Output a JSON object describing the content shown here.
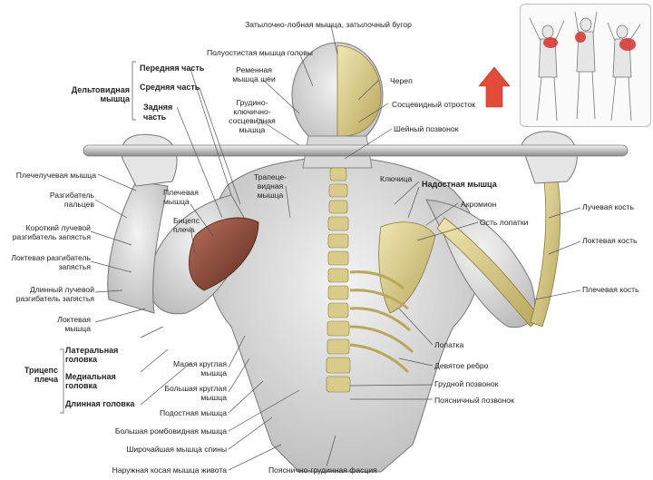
{
  "labels": {
    "occipitofrontalis": "Затылочно-лобная мышца, затылочный бугор",
    "splenius": "Полуостистая мышца головы",
    "delt_anterior": "Передняя часть",
    "delt_middle": "Средняя часть",
    "delt_posterior_1": "Задняя",
    "delt_posterior_2": "часть",
    "deltoid_1": "Дельтовидная",
    "deltoid_2": "мышца",
    "shoulder_blade_raiser_1": "Ременная",
    "shoulder_blade_raiser_2": "мышца шеи",
    "scm_1": "Грудино-",
    "scm_2": "ключично-",
    "scm_3": "сосцевидная",
    "scm_4": "мышца",
    "skull": "Череп",
    "mastoid": "Сосцевидный отросток",
    "cervical_vertebra": "Шейный позвонок",
    "brachioradialis": "Плечелучевая мышца",
    "finger_extensor_1": "Разгибатель",
    "finger_extensor_2": "пальцев",
    "ext_carpi_short_1": "Короткий лучевой",
    "ext_carpi_short_2": "разгибатель запястья",
    "ext_carpi_elbow_1": "Локтевая разгибатель",
    "ext_carpi_elbow_2": "запястья",
    "ext_carpi_long_1": "Длинный лучевой",
    "ext_carpi_long_2": "разгибатель запястья",
    "anconeus_1": "Локтевая",
    "anconeus_2": "мышца",
    "brachialis_1": "Плечевая",
    "brachialis_2": "мышца",
    "biceps_1": "Бицепс",
    "biceps_2": "плеча",
    "trapezius_1": "Трапеце-",
    "trapezius_2": "видная",
    "trapezius_3": "мышца",
    "clavicle": "Ключица",
    "supraspinatus": "Надостная мышца",
    "acromion": "Акромион",
    "scapular_spine": "Ость лопатки",
    "radius": "Лучевая кость",
    "ulna": "Локтевая кость",
    "humerus": "Плечевая кость",
    "triceps_1": "Трицепс",
    "triceps_2": "плеча",
    "triceps_lateral_1": "Латеральная",
    "triceps_lateral_2": "головка",
    "triceps_medial_1": "Медиальная",
    "triceps_medial_2": "головка",
    "triceps_long": "Длинная головка",
    "teres_minor_1": "Малая круглая",
    "teres_minor_2": "мышца",
    "teres_major_1": "Большая круглая",
    "teres_major_2": "мышца",
    "infraspinatus": "Подостная мышца",
    "rhomboid": "Большая ромбовидная мышца",
    "latissimus": "Широчайшая мышца спины",
    "external_oblique": "Наружная косая мышца живота",
    "thoracolumbar_fascia": "Пояснично-грудинная фасция",
    "scapula": "Лопатка",
    "ninth_rib": "Девятое ребро",
    "thoracic_vertebra": "Грудной позвонок",
    "lumbar_vertebra": "Поясничный позвонок"
  },
  "colors": {
    "muscle": "#e9e9e9",
    "muscle_shade": "#a9a9a9",
    "highlight_muscle": "#8b4a3a",
    "bone": "#d8cc8a",
    "bone_shade": "#b2a45c",
    "skin_line": "#777777",
    "arrow": "#e44a3a",
    "inset_highlight": "#d8322c"
  }
}
